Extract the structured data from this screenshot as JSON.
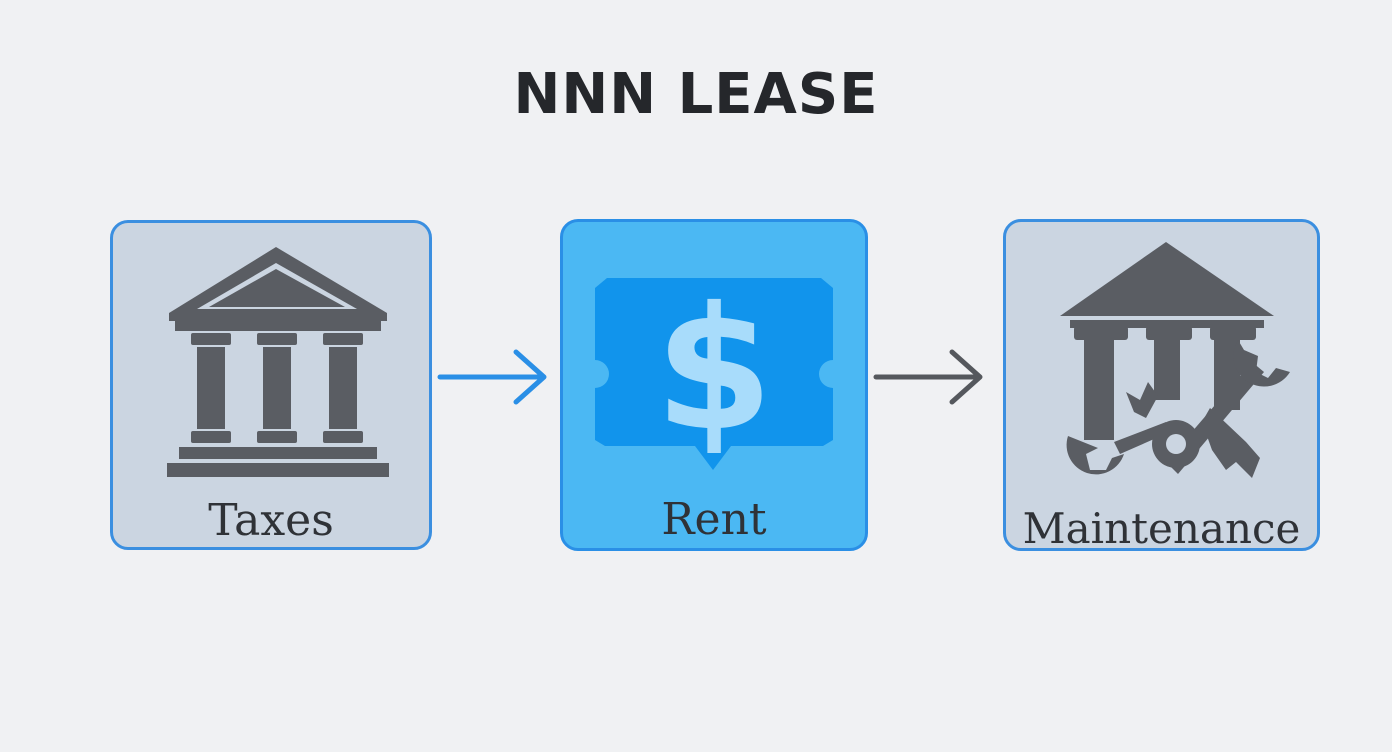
{
  "title": "NNN LEASE",
  "steps": [
    {
      "label": "Taxes",
      "icon": "bank-building-icon"
    },
    {
      "label": "Rent",
      "icon": "dollar-ticket-icon"
    },
    {
      "label": "Maintenance",
      "icon": "building-wrench-icon"
    }
  ],
  "colors": {
    "background": "#f0f1f3",
    "accent_blue": "#2a8fe6",
    "rent_fill": "#4bb8f3",
    "card_fill": "#cbd5e1",
    "icon_gray": "#5a5d63",
    "arrow_gray": "#55585d"
  }
}
